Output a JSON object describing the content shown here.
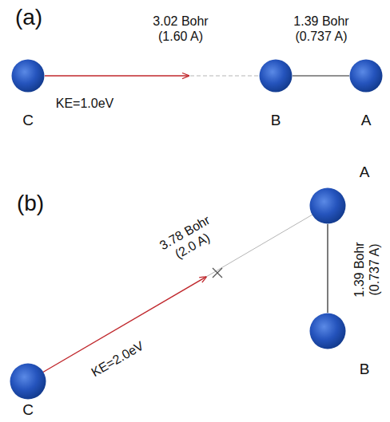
{
  "diagram": {
    "nodes": [
      {
        "text": [
          "C"
        ]
      },
      {
        "text": [
          "B"
        ]
      },
      {
        "text": [
          "A"
        ]
      },
      {
        "text": [
          "A"
        ]
      },
      {
        "text": [
          "B"
        ]
      },
      {
        "text": [
          "C"
        ]
      }
    ],
    "edges": [
      {
        "from": 1,
        "to": 2,
        "arrow": "none"
      },
      {
        "from": 3,
        "to": 4,
        "arrow": "none"
      }
    ],
    "labels": [
      "(a)",
      "3.02 Bohr (1.60 A)",
      "1.39 Bohr (0.737 A)",
      "KE=1.0eV",
      "(b)",
      "3.78 Bohr (2.0 A)",
      "1.39 Bohr (0.737 A)",
      "KE=2.0eV"
    ]
  }
}
